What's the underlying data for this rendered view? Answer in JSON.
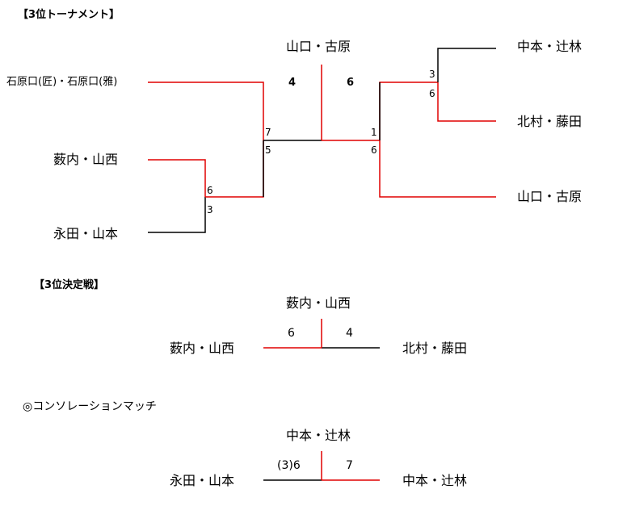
{
  "tournament": {
    "title": "【3位トーナメント】",
    "left_players": [
      "石原口(匠)・石原口(雅)",
      "薮内・山西",
      "永田・山本"
    ],
    "right_players": [
      "中本・辻林",
      "北村・藤田",
      "山口・古原"
    ],
    "winner": "山口・古原",
    "scores": {
      "r1_top": "6",
      "r1_bottom": "3",
      "semi_left_top": "7",
      "semi_left_bottom": "5",
      "semi_right_top": "1",
      "semi_right_bottom": "6",
      "r1_right_top": "3",
      "r1_right_bottom": "6",
      "final_left": "4",
      "final_right": "6"
    }
  },
  "third_place": {
    "title": "【3位決定戦】",
    "winner": "薮内・山西",
    "left": "薮内・山西",
    "right": "北村・藤田",
    "score_left": "6",
    "score_right": "4"
  },
  "consolation": {
    "title": "◎コンソレーションマッチ",
    "winner": "中本・辻林",
    "left": "永田・山本",
    "right": "中本・辻林",
    "score_left": "(3)6",
    "score_right": "7"
  },
  "colors": {
    "winner_line": "#e00000",
    "loser_line": "#000000"
  }
}
